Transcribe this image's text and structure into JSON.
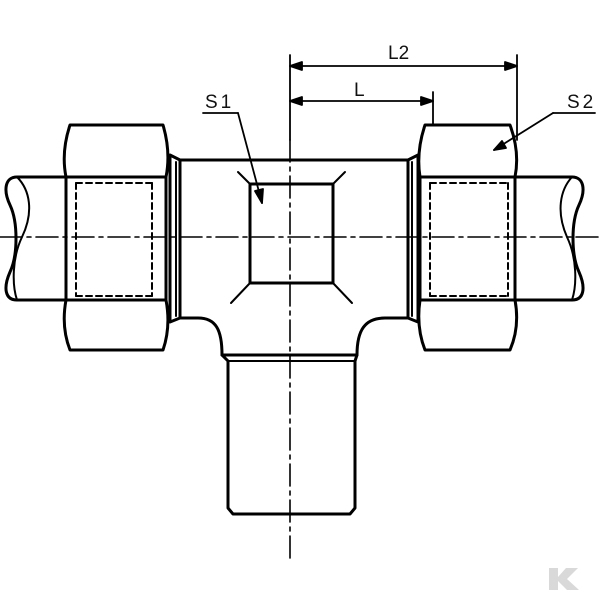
{
  "labels": {
    "s1": "S1",
    "s2": "S2",
    "l": "L",
    "l2": "L2"
  },
  "colors": {
    "stroke": "#000000",
    "logo": "#d9d9d9"
  },
  "logo": {
    "icon": "kramp-logo-icon"
  }
}
